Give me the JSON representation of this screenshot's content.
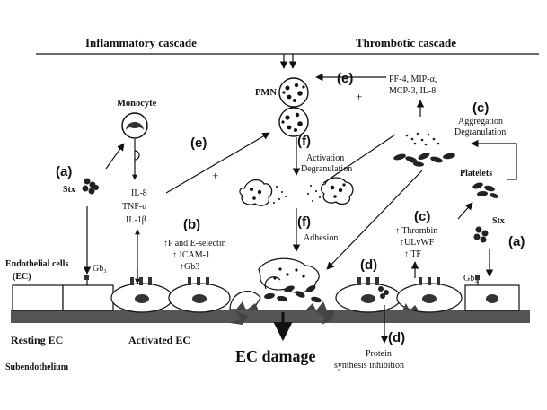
{
  "header": {
    "inflammatory": "Inflammatory cascade",
    "thrombotic": "Thrombotic cascade"
  },
  "labels": {
    "monocyte": "Monocyte",
    "pmn": "PMN",
    "platelets": "Platelets",
    "stx_left": "Stx",
    "stx_right": "Stx",
    "gb3_left": "Gb₃",
    "gb3_right": "Gb₃",
    "ec_title": "Endothelial cells",
    "ec_abbr": "(EC)",
    "resting_ec": "Resting EC",
    "activated_ec": "Activated EC",
    "subendothelium": "Subendothelium",
    "ec_damage": "EC damage",
    "plus_e_left": "+",
    "plus_e_top": "+"
  },
  "cytokines": [
    "IL-8",
    "TNF-α",
    "IL-1β"
  ],
  "chemokines": [
    "PF-4, MIP-α,",
    "MCP-3, IL-8"
  ],
  "selectins": [
    "↑P and E-selectin",
    "↑ ICAM-1",
    "↑Gb3"
  ],
  "thrombin": [
    "↑ Thrombin",
    "↑ULvWF",
    "↑ TF"
  ],
  "aggregation": [
    "Aggregation",
    "Degranulation"
  ],
  "activation": [
    "Activation",
    "Degranulation"
  ],
  "adhesion": "Adhesion",
  "protein": [
    "Protein",
    "synthesis inhibition"
  ],
  "steps": {
    "a_left": "(a)",
    "a_right": "(a)",
    "b": "(b)",
    "c_top": "(c)",
    "c_mid": "(c)",
    "d_left": "(d)",
    "d_bottom": "(d)",
    "e_left": "(e)",
    "e_top": "(e)",
    "f_top": "(f)",
    "f_mid": "(f)"
  }
}
